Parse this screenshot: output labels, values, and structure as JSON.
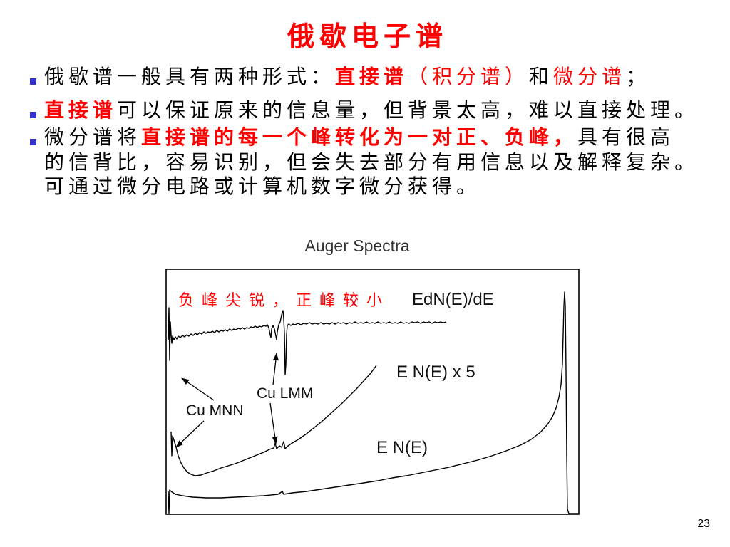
{
  "slide": {
    "title": "俄歇电子谱",
    "page_number": "23"
  },
  "bullets": [
    {
      "segments": [
        "俄歇谱一般具有两种形式：",
        "直接谱",
        "（积分谱）",
        "和",
        "微分谱",
        "；"
      ]
    },
    {
      "segments": [
        "直接谱",
        "可以保证原来的信息量，但背景太高，难以直接处理。"
      ]
    },
    {
      "line1": [
        "微分谱将",
        "直接谱的每一个峰转化为一对正、负峰，",
        "具有很高"
      ],
      "line2": "的信背比，容易识别，但会失去部分有用信息以及解释复杂。",
      "line3": "可通过微分电路或计算机数字微分获得。"
    }
  ],
  "figure": {
    "title": "Auger Spectra",
    "annotation": "负峰尖锐，正峰较小",
    "curve_labels": {
      "derivative": "EdN(E)/dE",
      "direct_x5": "E N(E) x 5",
      "direct": "E N(E)"
    },
    "peak_labels": {
      "cu_lmm": "Cu LMM",
      "cu_mnn": "Cu MNN"
    }
  },
  "colors": {
    "title": "#FF0000",
    "emphasis": "#FF0000",
    "bullet_marker": "#3333CC",
    "body_text": "#000000"
  }
}
